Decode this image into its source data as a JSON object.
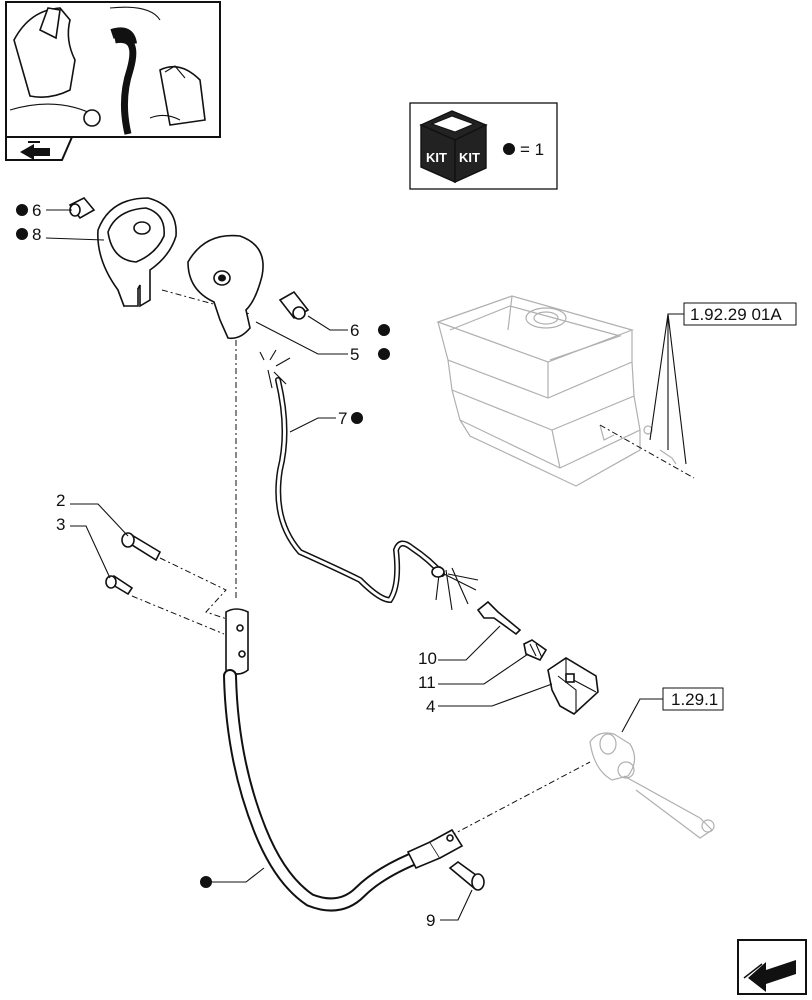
{
  "kit_legend": {
    "kit_text_left": "KIT",
    "kit_text_right": "KIT",
    "equals_text": "= 1"
  },
  "callouts": {
    "c6_top": "6",
    "c8": "8",
    "c6_right": "6",
    "c5": "5",
    "c7": "7",
    "c2": "2",
    "c3": "3",
    "c10": "10",
    "c11": "11",
    "c4": "4",
    "c9": "9"
  },
  "references": {
    "ref_boot": "1.92.29 01A",
    "ref_lever": "1.29.1"
  },
  "colors": {
    "line": "#111111",
    "ghost": "#b0b0b0",
    "fill": "#ffffff"
  },
  "icons": {
    "nav_prev": "arrow-left-icon",
    "nav_next": "arrow-back-icon"
  }
}
